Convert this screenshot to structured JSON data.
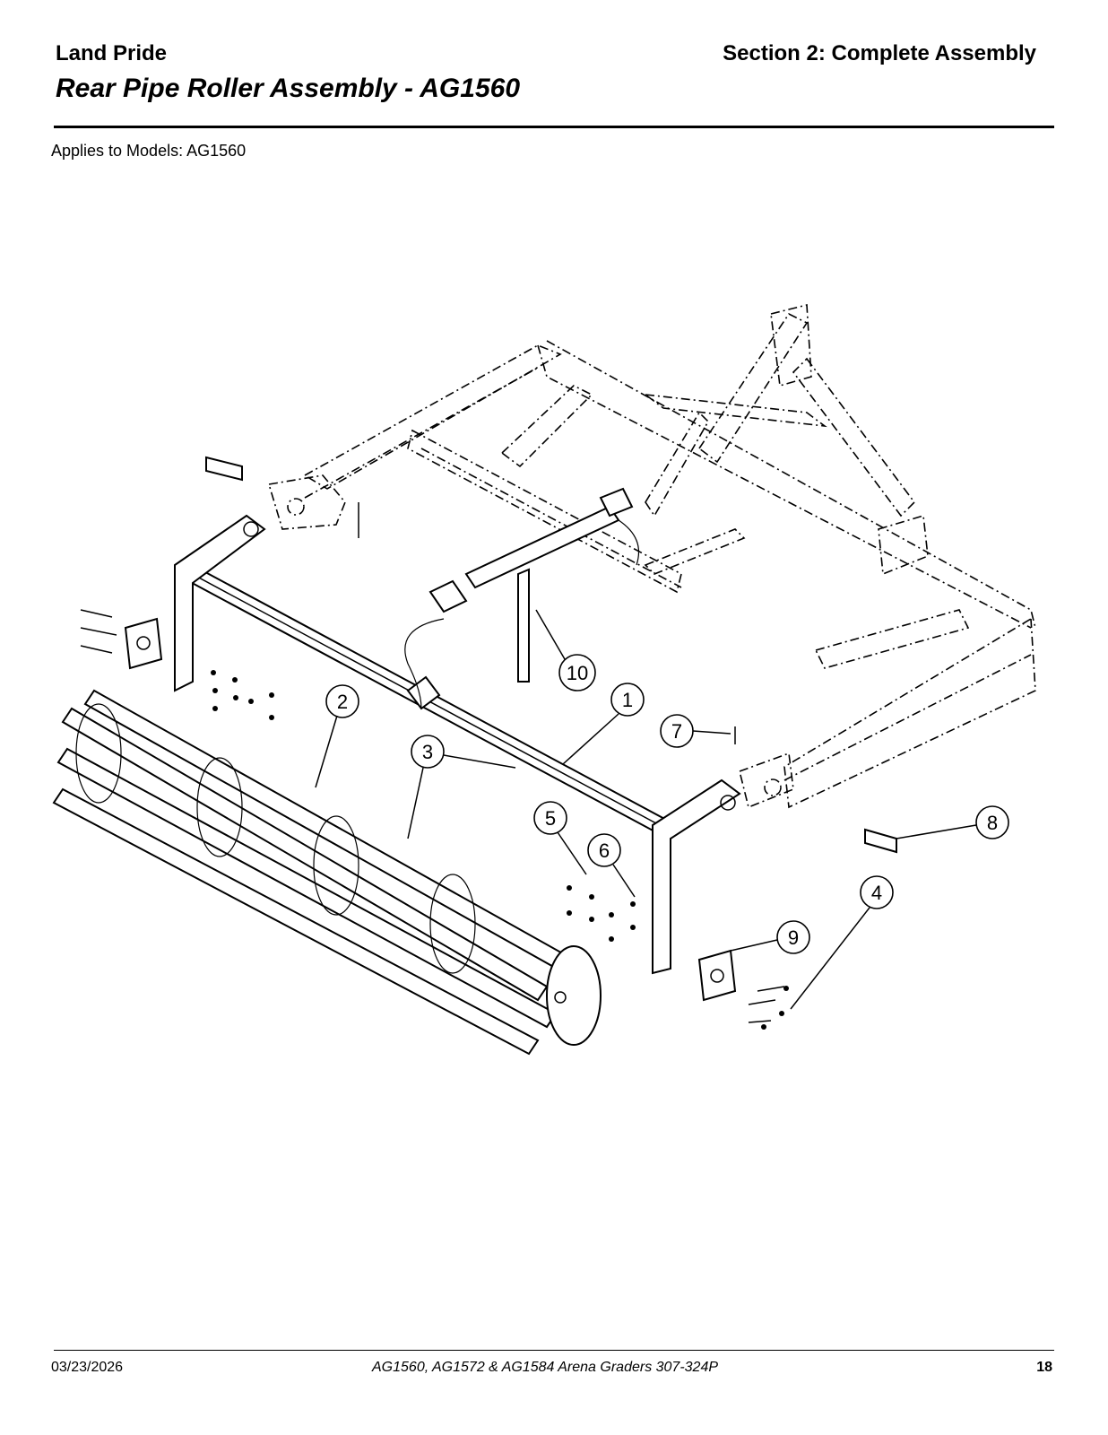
{
  "header": {
    "brand": "Land Pride",
    "section": "Section 2: Complete Assembly",
    "title": "Rear Pipe Roller Assembly - AG1560",
    "applies": "Applies to Models: AG1560"
  },
  "callouts": {
    "c1": "1",
    "c2": "2",
    "c3": "3",
    "c4": "4",
    "c5": "5",
    "c6": "6",
    "c7": "7",
    "c8": "8",
    "c9": "9",
    "c10": "10"
  },
  "footer": {
    "date": "03/23/2026",
    "doc": "AG1560, AG1572 & AG1584  Arena Graders  307-324P",
    "page": "18"
  }
}
